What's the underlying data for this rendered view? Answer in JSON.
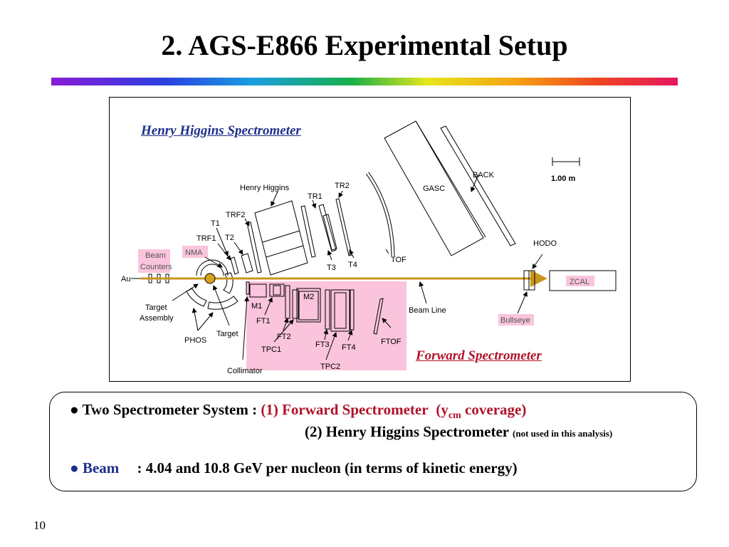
{
  "slide": {
    "title": "2. AGS-E866 Experimental Setup",
    "page_number": "10"
  },
  "figure": {
    "henry_higgins_label": "Henry Higgins Spectrometer",
    "forward_label": "Forward Spectrometer",
    "labels": {
      "gasc": "GASC",
      "back": "BACK",
      "scale": "1.00 m",
      "tr2": "TR2",
      "henry_higgins": "Henry Higgins",
      "tr1": "TR1",
      "trf2": "TRF2",
      "t1": "T1",
      "trf1": "TRF1",
      "t2": "T2",
      "beam": "Beam",
      "counters": "Counters",
      "nma": "NMA",
      "t3": "T3",
      "t4": "T4",
      "tof": "TOF",
      "hodo": "HODO",
      "au": "Au",
      "zcal": "ZCAL",
      "m2": "M2",
      "m1": "M1",
      "ft1": "FT1",
      "target": "Target",
      "assembly": "Assembly",
      "beam_line": "Beam Line",
      "bullseye": "Bullseye",
      "ft2": "FT2",
      "ft3": "FT3",
      "ft4": "FT4",
      "ftof": "FTOF",
      "phos": "PHOS",
      "target_point": "Target",
      "tpc1": "TPC1",
      "tpc2": "TPC2",
      "collimator": "Collimator"
    }
  },
  "info": {
    "line1_prefix": "Two Spectrometer System :",
    "line1_forward": "(1) Forward Spectrometer",
    "line1_y": "(y",
    "line1_sub": "cm",
    "line1_coverage": "coverage)",
    "line2_main": "(2) Henry Higgins Spectrometer",
    "line2_note": "(not used in this analysis)",
    "beam_label": "Beam",
    "beam_text": ": 4.04 and 10.8 GeV per nucleon (in terms of kinetic energy)"
  },
  "colors": {
    "highlight": "#f9c4dc",
    "beam_arrow": "#c8961a",
    "target_dot": "#d8a21a",
    "henry_higgins_blue": "#1f2f8a",
    "forward_red": "#b0122a"
  }
}
